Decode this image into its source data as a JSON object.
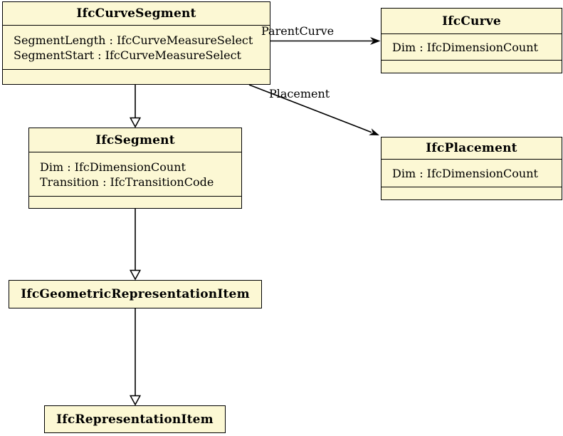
{
  "colors": {
    "background": "#ffffff",
    "box_fill": "#fcf8d4",
    "box_border": "#000000",
    "line": "#000000",
    "text": "#000000"
  },
  "classes": [
    {
      "name": "IfcCurveSegment",
      "attributes": [
        "SegmentLength : IfcCurveMeasureSelect",
        "SegmentStart : IfcCurveMeasureSelect"
      ]
    },
    {
      "name": "IfcCurve",
      "attributes": [
        "Dim : IfcDimensionCount"
      ]
    },
    {
      "name": "IfcSegment",
      "attributes": [
        "Dim : IfcDimensionCount",
        "Transition : IfcTransitionCode"
      ]
    },
    {
      "name": "IfcPlacement",
      "attributes": [
        "Dim : IfcDimensionCount"
      ]
    },
    {
      "name": "IfcGeometricRepresentationItem",
      "attributes": []
    },
    {
      "name": "IfcRepresentationItem",
      "attributes": []
    }
  ],
  "relationships": [
    {
      "type": "association",
      "label": "ParentCurve",
      "from": "IfcCurveSegment",
      "to": "IfcCurve"
    },
    {
      "type": "association",
      "label": "Placement",
      "from": "IfcCurveSegment",
      "to": "IfcPlacement"
    },
    {
      "type": "generalization",
      "label": "",
      "from": "IfcCurveSegment",
      "to": "IfcSegment"
    },
    {
      "type": "generalization",
      "label": "",
      "from": "IfcSegment",
      "to": "IfcGeometricRepresentationItem"
    },
    {
      "type": "generalization",
      "label": "",
      "from": "IfcGeometricRepresentationItem",
      "to": "IfcRepresentationItem"
    }
  ]
}
